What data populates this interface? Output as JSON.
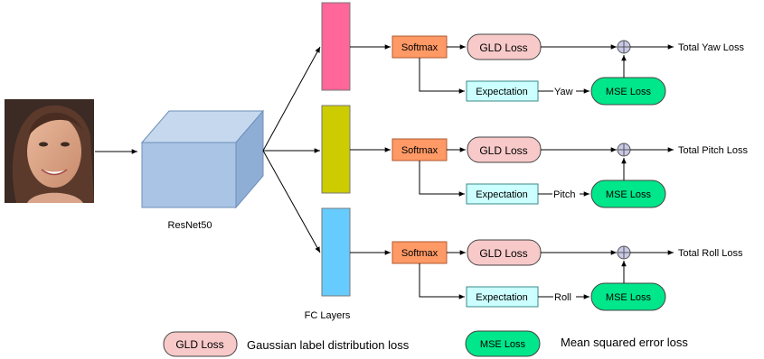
{
  "labels": {
    "resnet": "ResNet50",
    "fc_layers": "FC Layers"
  },
  "branches": [
    {
      "fc_color": "#ff6699",
      "softmax": "Softmax",
      "gld": "GLD Loss",
      "expectation": "Expectation",
      "angle": "Yaw",
      "mse": "MSE Loss",
      "total": "Total Yaw Loss"
    },
    {
      "fc_color": "#cccc00",
      "softmax": "Softmax",
      "gld": "GLD Loss",
      "expectation": "Expectation",
      "angle": "Pitch",
      "mse": "MSE Loss",
      "total": "Total Pitch Loss"
    },
    {
      "fc_color": "#66ccff",
      "softmax": "Softmax",
      "gld": "GLD Loss",
      "expectation": "Expectation",
      "angle": "Roll",
      "mse": "MSE Loss",
      "total": "Total Roll Loss"
    }
  ],
  "legend": {
    "gld_box": "GLD Loss",
    "gld_desc": "Gaussian label distribution loss",
    "mse_box": "MSE Loss",
    "mse_desc": "Mean squared error loss"
  },
  "colors": {
    "cube_front": "#a9c4e4",
    "cube_top": "#c5d8ee",
    "cube_side": "#8eaed6",
    "softmax": "#ff9966",
    "gld": "#f8c9c9",
    "expectation": "#ccffff",
    "mse": "#00e68a",
    "sum_node": "#c9c9e8"
  },
  "icons": {
    "input_image": "face-photo-icon",
    "sum_node": "sum-node-icon"
  }
}
